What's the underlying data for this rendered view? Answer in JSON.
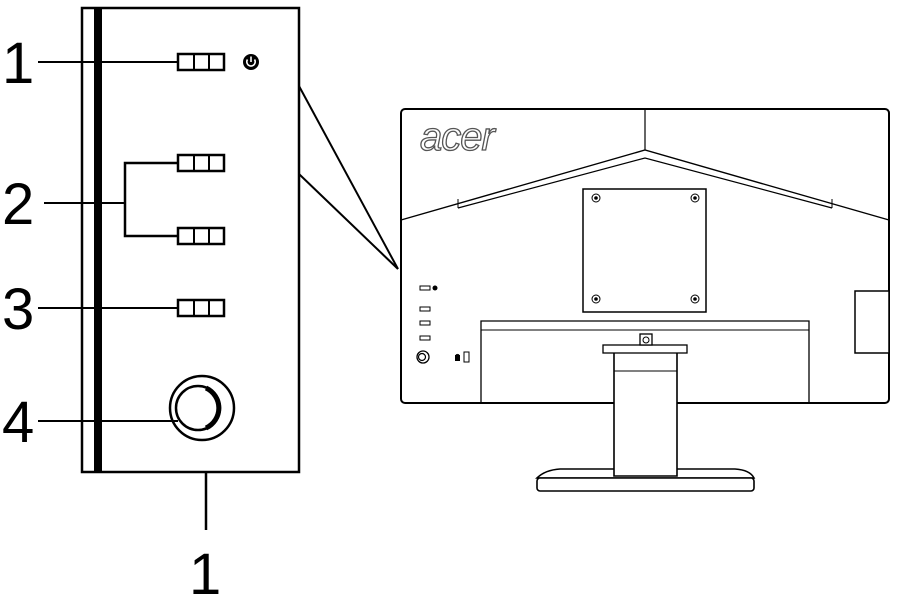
{
  "callouts": {
    "power": "1",
    "nav_buttons": "2",
    "input_button": "3",
    "joystick": "4",
    "bottom_power": "1"
  },
  "brand": "acer",
  "icons": {
    "power": "power-icon",
    "lock": "kensington-lock-icon"
  }
}
